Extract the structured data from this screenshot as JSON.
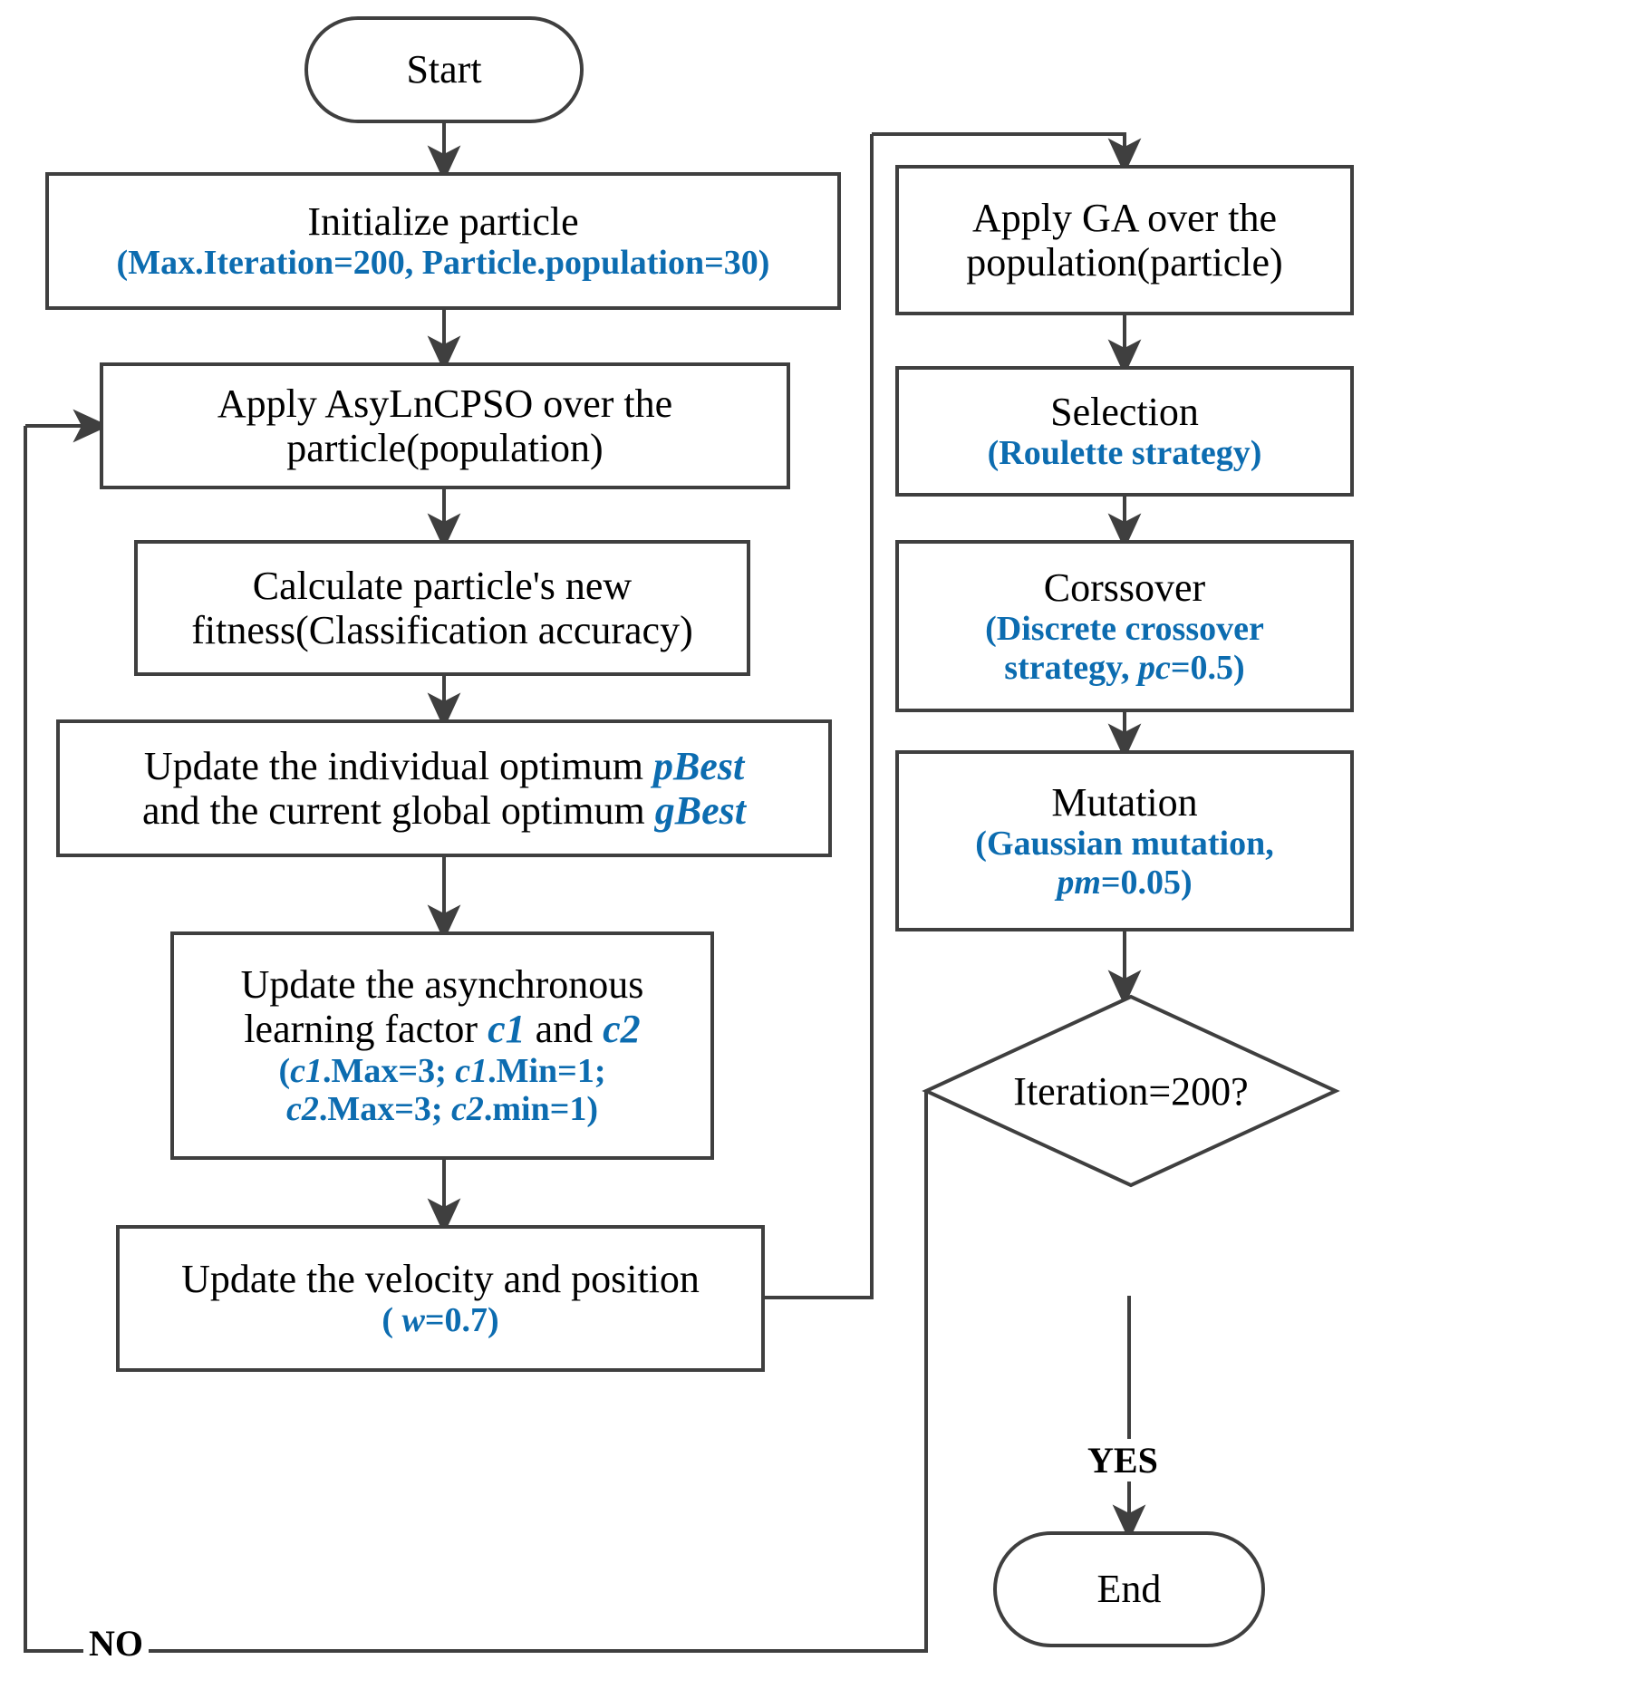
{
  "diagram": {
    "title": "AsyLnCPSO-GA hybrid optimization flowchart",
    "colors": {
      "text": "#000000",
      "param": "#0c6cb0",
      "stroke": "#3f3f3f",
      "background": "#ffffff"
    }
  },
  "nodes": {
    "start": {
      "label": "Start",
      "shape": "terminator"
    },
    "init": {
      "shape": "process",
      "line1": "Initialize particle",
      "line2": "(Max.Iteration=200, Particle.population=30)"
    },
    "pso": {
      "shape": "process",
      "line1": "Apply AsyLnCPSO over the",
      "line2": "particle(population)"
    },
    "fitness": {
      "shape": "process",
      "line1": "Calculate particle's new",
      "line2": "fitness(Classification accuracy)"
    },
    "update": {
      "shape": "process",
      "line1_a": "Update the individual optimum ",
      "line1_b": "pBest",
      "line2_a": "and the current global optimum ",
      "line2_b": "gBest"
    },
    "learn": {
      "shape": "process",
      "line1": "Update the asynchronous",
      "line2_a": "learning factor ",
      "line2_b": "c1",
      "line2_c": " and ",
      "line2_d": "c2",
      "line3_a": "(",
      "line3_b": "c1",
      "line3_c": ".Max=3; ",
      "line3_d": "c1",
      "line3_e": ".Min=1;",
      "line4_a": "c2",
      "line4_b": ".Max=3; ",
      "line4_c": "c2",
      "line4_d": ".min=1)"
    },
    "velocity": {
      "shape": "process",
      "line1": "Update the velocity and position",
      "line2_a": "( ",
      "line2_b": "w",
      "line2_c": "=0.7)"
    },
    "ga": {
      "shape": "process",
      "line1": "Apply GA over the",
      "line2": "population(particle)"
    },
    "selection": {
      "shape": "process",
      "line1": "Selection",
      "line2": "(Roulette strategy)"
    },
    "crossover": {
      "shape": "process",
      "line1": "Corssover",
      "line2": "(Discrete crossover",
      "line3_a": "strategy, ",
      "line3_b": "pc",
      "line3_c": "=0.5)"
    },
    "mutation": {
      "shape": "process",
      "line1": "Mutation",
      "line2": "(Gaussian  mutation,",
      "line3_a": "pm",
      "line3_b": "=0.05)"
    },
    "decision": {
      "shape": "diamond",
      "label": "Iteration=200?"
    },
    "end": {
      "label": "End",
      "shape": "terminator"
    }
  },
  "edge_labels": {
    "yes": "YES",
    "no": "NO"
  }
}
